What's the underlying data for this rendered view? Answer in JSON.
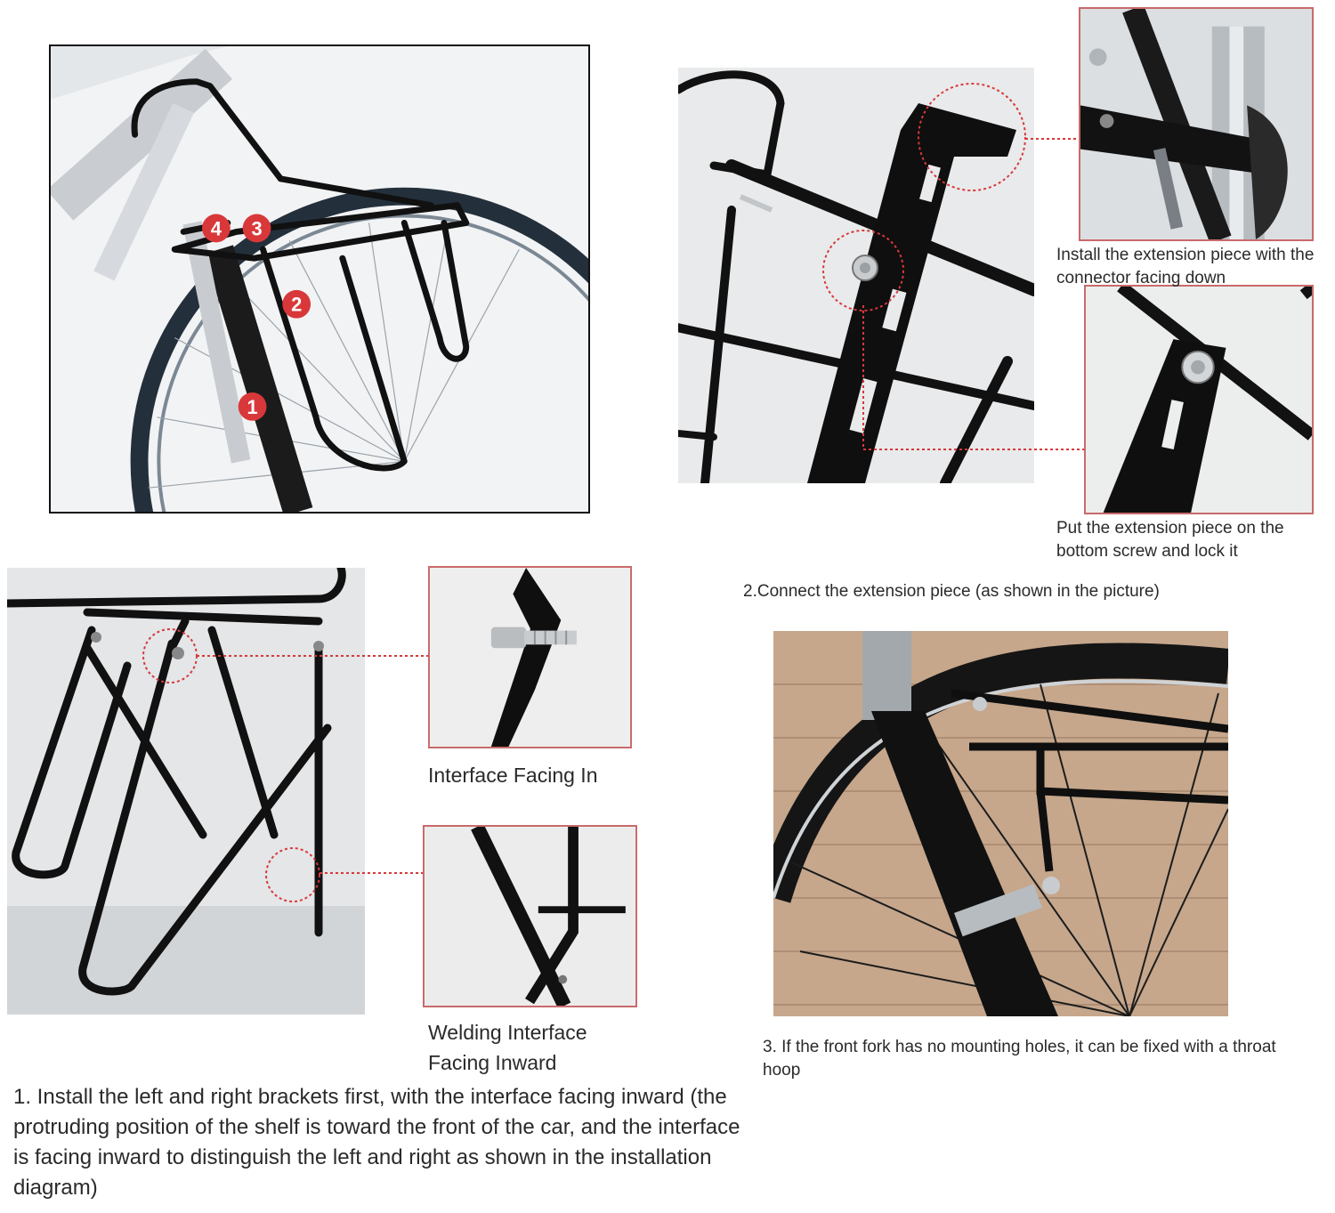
{
  "markers": [
    "4",
    "3",
    "2",
    "1"
  ],
  "captions": {
    "ext_down": "Install the extension piece with the connector facing down",
    "ext_screw": "Put the extension piece on the bottom screw and lock it",
    "step2": "2.Connect the extension piece (as shown in the picture)",
    "interface_in": "Interface Facing In",
    "welding": "Welding Interface Facing Inward",
    "step3": "3. If the front fork has no mounting holes, it can be fixed with a throat hoop",
    "step1": "1. Install the left and right brackets first, with the interface facing inward (the protruding position of the shelf is toward the front of the car, and the interface is facing inward to distinguish the left and right as shown in the installation diagram)"
  },
  "colors": {
    "accent_red": "#d9383a",
    "frame_black": "#111111",
    "rack_black": "#151515"
  }
}
